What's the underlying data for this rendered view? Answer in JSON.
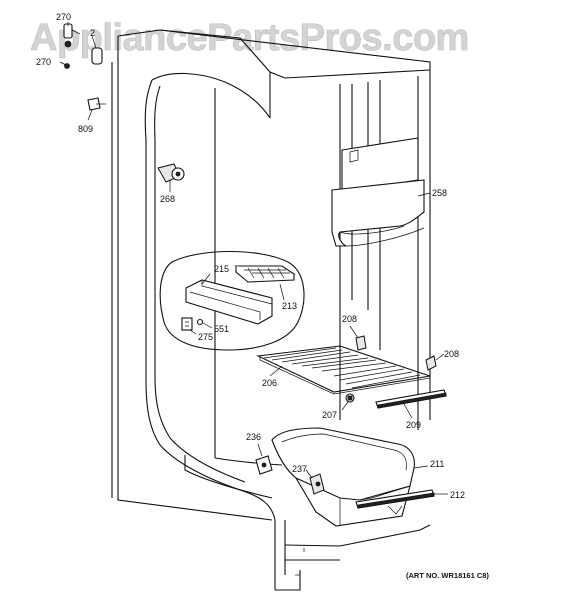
{
  "watermark": "AppliancePartsPros.com",
  "art_number": "(ART NO. WR18161 C8)",
  "callouts": {
    "c270a": "270",
    "c270b": "270",
    "c2x": "2",
    "c809": "809",
    "c268": "268",
    "c258": "258",
    "c215": "215",
    "c213": "213",
    "c551": "551",
    "c275": "275",
    "c208a": "208",
    "c208b": "208",
    "c206": "206",
    "c207": "207",
    "c209": "209",
    "c236": "236",
    "c237": "237",
    "c211": "211",
    "c212": "212"
  }
}
